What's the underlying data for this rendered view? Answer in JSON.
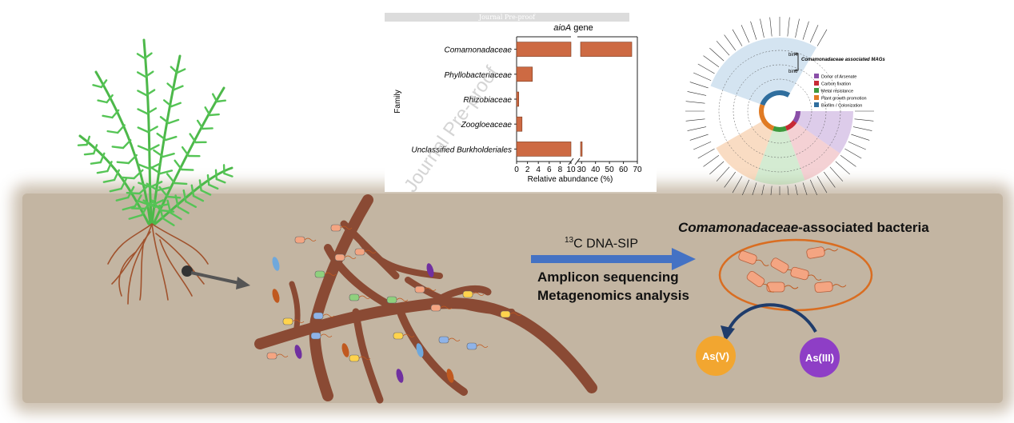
{
  "watermark_text": "Journal Pre-proof",
  "header_bar_text": "Journal Pre-proof",
  "process": {
    "arrow_label_prefix": "13",
    "arrow_label_suffix": "C DNA-SIP",
    "method_line_1": "Amplicon sequencing",
    "method_line_2": "Metagenomics analysis"
  },
  "bacteria_group": {
    "title_italic": "Comamonadaceae",
    "title_rest": "-associated bacteria"
  },
  "arsenic": {
    "left_label": "As(V)",
    "right_label": "As(III)",
    "left_color": "#f2a630",
    "right_color": "#8e3ec6"
  },
  "chart_data": {
    "type": "bar",
    "orientation": "horizontal",
    "title_italic": "aioA",
    "title_rest": " gene",
    "ylabel": "Family",
    "xlabel": "Relative abundance (%)",
    "axis_break": [
      10,
      27
    ],
    "x_ticks": [
      "0",
      "2",
      "4",
      "6",
      "8",
      "10",
      "30",
      "40",
      "50",
      "60",
      "70"
    ],
    "categories": [
      "Comamonadaceae",
      "Phyllobacteriaceae",
      "Rhizobiaceae",
      "Zoogloeaceae",
      "Unclassified Burkholderiales"
    ],
    "values": [
      66,
      2.9,
      0.4,
      1.0,
      29
    ],
    "bar_color": "#cd6a43"
  },
  "circular_tree": {
    "legend_title": "Comamonadaceae associated MAGs",
    "bin_labels": [
      "bin4",
      "bin6"
    ],
    "legend_items": [
      {
        "label": "Donor of Arsenate",
        "color": "#8a4fa8"
      },
      {
        "label": "Carbon fixation",
        "color": "#c72a35"
      },
      {
        "label": "Metal resistance",
        "color": "#3d9a3d"
      },
      {
        "label": "Plant growth promotion",
        "color": "#e07b24"
      },
      {
        "label": "Biofilm / Colonization",
        "color": "#2f6e9e"
      }
    ]
  }
}
